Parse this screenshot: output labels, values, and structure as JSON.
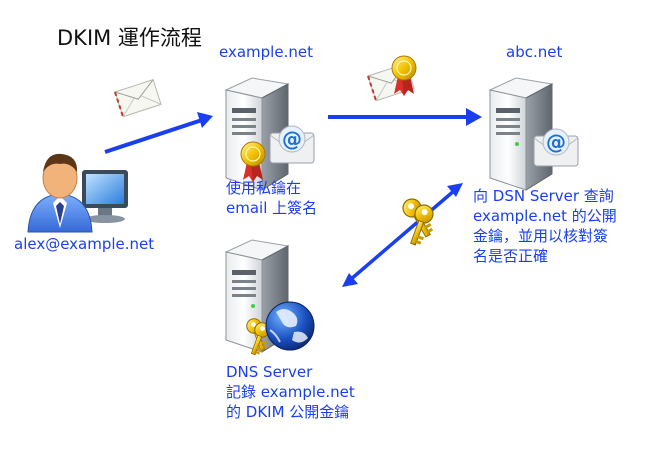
{
  "title": "DKIM 運作流程",
  "nodes": {
    "sender": {
      "email": "alex@example.net"
    },
    "example_net": {
      "host": "example.net",
      "caption_1": "使用私鑰在",
      "caption_2": "email 上簽名"
    },
    "abc_net": {
      "host": "abc.net",
      "caption_1": "向 DSN Server 查詢",
      "caption_2": "example.net 的公開",
      "caption_3": "金鑰，並用以核對簽",
      "caption_4": "名是否正確"
    },
    "dns": {
      "name": "DNS Server",
      "caption_1": "記錄 example.net",
      "caption_2": "的 DKIM 公開金鑰"
    }
  },
  "colors": {
    "arrow": "#1a3ff0",
    "text_blue": "#1a3ff0"
  },
  "icons": [
    "user-icon",
    "monitor-icon",
    "server-icon",
    "envelope-icon",
    "email-at-icon",
    "certificate-seal-icon",
    "key-icon",
    "globe-icon"
  ]
}
